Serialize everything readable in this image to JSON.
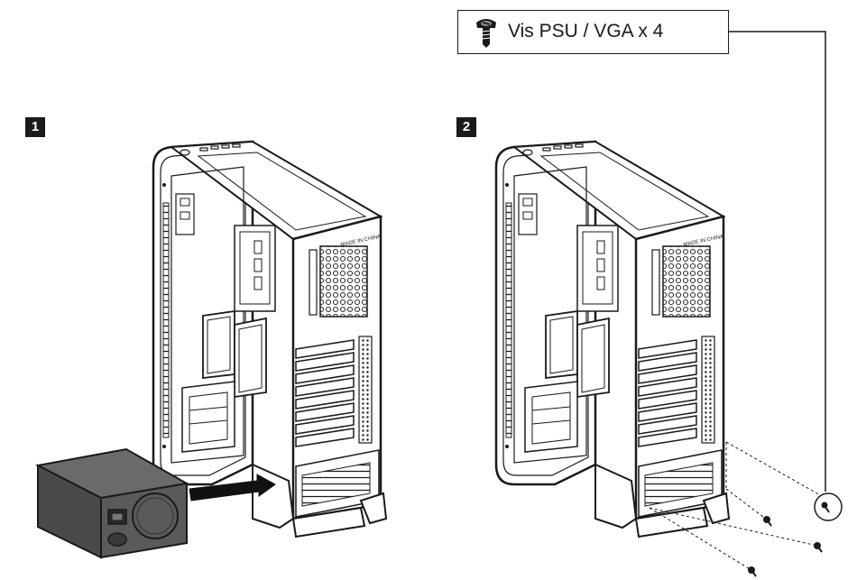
{
  "steps": [
    {
      "number": "1"
    },
    {
      "number": "2"
    }
  ],
  "callout": {
    "label": "Vis PSU / VGA x 4",
    "icon": "screw-icon"
  },
  "case_label": {
    "text": "MADE IN CHINA"
  },
  "colors": {
    "line": "#1a1a1a",
    "psu_fill": "#555555",
    "arrow": "#111111",
    "badge": "#1a1a1a"
  }
}
